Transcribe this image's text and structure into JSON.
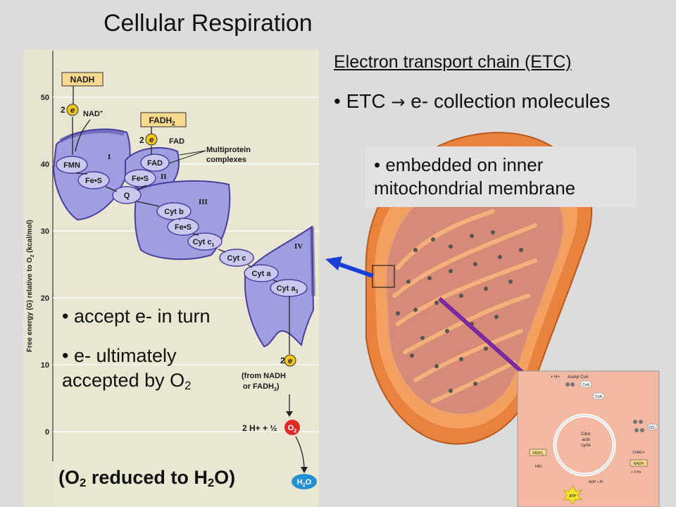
{
  "slide": {
    "title": "Cellular Respiration",
    "etc_heading": "Electron transport chain (ETC)",
    "etc_bullet": {
      "bullet": "•",
      "left": "ETC",
      "arrow": "→",
      "right": "e- collection molecules"
    },
    "embedded_bullet": "• embedded on inner mitochondrial membrane",
    "accept_bullet": "• accept e- in turn",
    "ultimate_bullet": {
      "main": "• e- ultimately accepted by O",
      "sub": "2"
    },
    "reduced_caption": {
      "open": "(O",
      "sub1": "2",
      "mid": " reduced to H",
      "sub2": "2",
      "close": "O)"
    }
  },
  "diagram": {
    "y_axis_label": "Free energy (G) relative to O",
    "y_axis_label_sub": "2",
    "y_axis_label_units": " (kcal/mol)",
    "y_ticks": [
      "50",
      "40",
      "30",
      "20",
      "10",
      "0"
    ],
    "nadh": "NADH",
    "fadh2": "FADH",
    "fadh2_sub": "2",
    "two": "2",
    "e_label": "e",
    "nad_plus": "NAD",
    "fad": "FAD",
    "multiprotein": [
      "Multiprotein",
      "complexes"
    ],
    "complex_numerals": [
      "I",
      "II",
      "III",
      "IV"
    ],
    "carriers": {
      "fmn": "FMN",
      "fes_1": "Fe•S",
      "fad_2": "FAD",
      "fes_2": "Fe•S",
      "q": "Q",
      "cyt_b": "Cyt b",
      "fes_3": "Fe•S",
      "cyt_c1": "Cyt c",
      "cyt_c": "Cyt c",
      "cyt_a": "Cyt a",
      "cyt_a3": "Cyt a"
    },
    "from_nadh": [
      "(from NADH",
      "or FADH"
    ],
    "h_plus_eq": "2 H+ + ½",
    "o2": "O",
    "h2o": "H"
  },
  "cycle_inset": {
    "acetyl_coa": "Acetyl CoA",
    "coa": "CoA",
    "cycle_label": [
      "Citric",
      "acid",
      "cycle"
    ],
    "co2": "CO",
    "nad": "3 NAD+",
    "nadh": "NADH",
    "h": "+ 3 H+",
    "fadh2": "FADH",
    "fad": "FAD",
    "adp": "ADP + P",
    "atp": "ATP",
    "h_top": "+ H+"
  },
  "colors": {
    "background": "#dcdcdc",
    "diagram_bg": "#e7e4cf",
    "protein": "#9e9ee0",
    "protein_edge": "#4a3f9e",
    "carrier": "#c9c8ef",
    "label_box": "#f7d98f",
    "electron": "#f2c51e",
    "oxygen": "#e02a2a",
    "water": "#2490d4",
    "mito_outer": "#e8823c",
    "mito_inner": "#d88a78",
    "pointer_blue": "#1a3fd8",
    "pointer_purple": "#7a2aa0",
    "inset_bg": "#f3b9a2"
  }
}
